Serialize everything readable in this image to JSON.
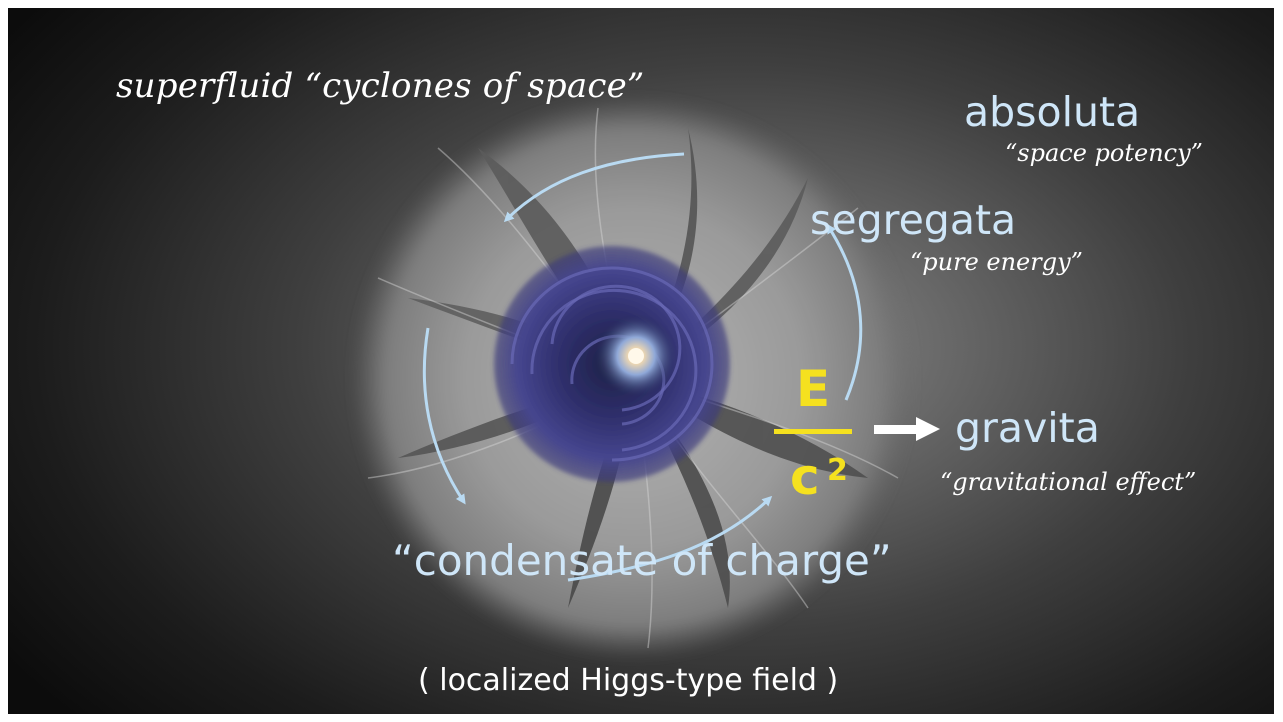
{
  "slide": {
    "cyclone_title": "superfluid “cyclones of space”",
    "absoluta": {
      "label": "absoluta",
      "sub": "“space potency”"
    },
    "segregata": {
      "label": "segregata",
      "sub": "“pure energy”"
    },
    "gravita": {
      "label": "gravita",
      "sub": "“gravitational effect”"
    },
    "condensate": "“condensate of charge”",
    "equation": {
      "numerator": "E",
      "denominator": "c",
      "exponent": "2"
    },
    "footer": "( localized Higgs-type field )"
  },
  "colors": {
    "label_blue": "#cfe6f8",
    "equation_yellow": "#f5e11f",
    "arrow": "#b9daf2",
    "vortex": "#3d3a7e",
    "galaxy_core": "#f6e6c8"
  }
}
